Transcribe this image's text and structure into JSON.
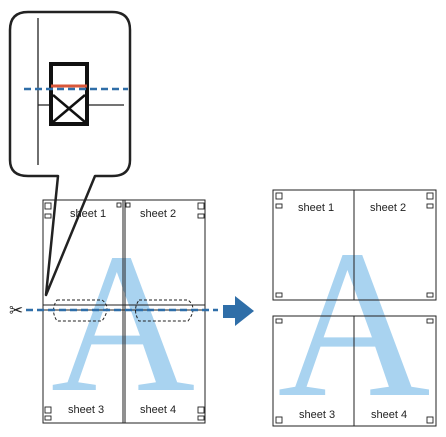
{
  "colors": {
    "letter": "#a9d3f0",
    "cut_line": "#2f6ea8",
    "arrow": "#2f6ea8",
    "red_line": "#d9573a",
    "outline": "#222222"
  },
  "icons": {
    "scissors": "scissors-icon",
    "arrow": "right-arrow-icon",
    "mark": "registration-mark-icon"
  },
  "glyphs": {
    "scissors": "✂"
  },
  "left_panel": {
    "sheets": [
      {
        "label": "sheet 1"
      },
      {
        "label": "sheet 2"
      },
      {
        "label": "sheet 3"
      },
      {
        "label": "sheet 4"
      }
    ],
    "letter": "A"
  },
  "right_panel": {
    "sheets": [
      {
        "label": "sheet 1"
      },
      {
        "label": "sheet 2"
      },
      {
        "label": "sheet 3"
      },
      {
        "label": "sheet 4"
      }
    ],
    "letter": "A"
  }
}
